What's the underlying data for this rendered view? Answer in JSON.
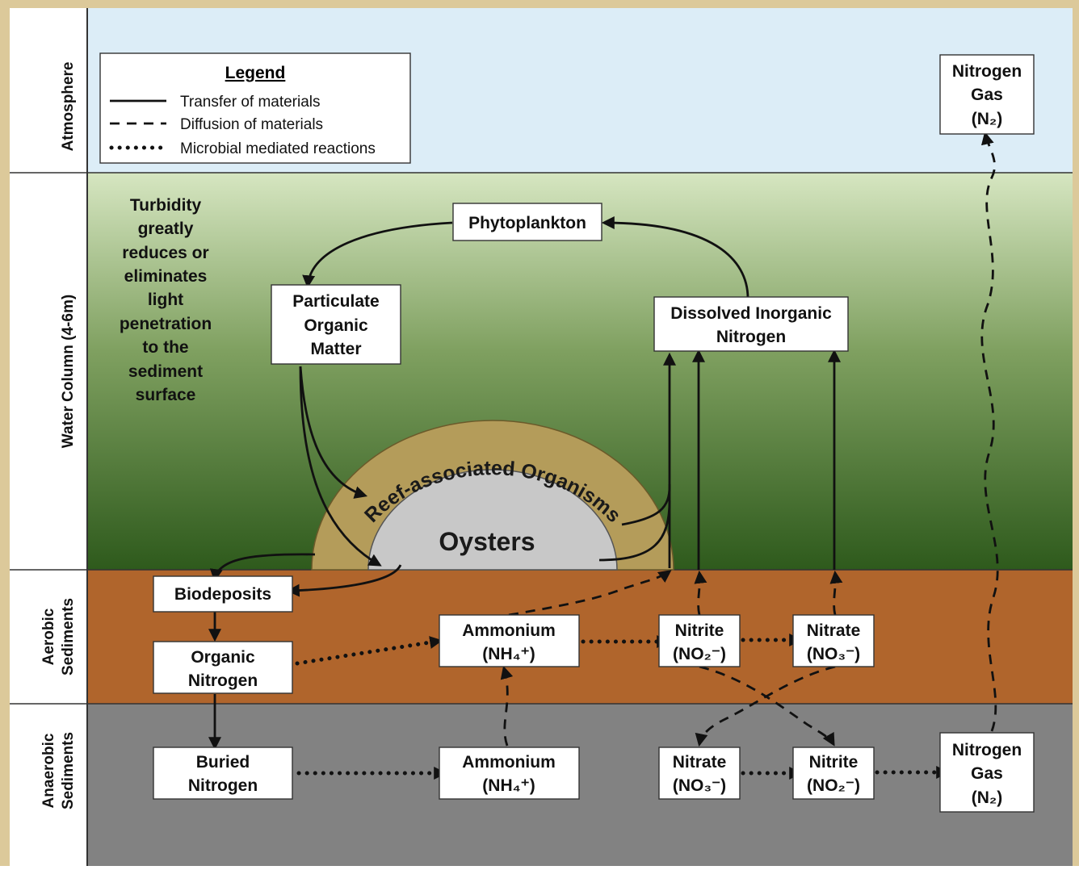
{
  "zones": {
    "atmosphere": "Atmosphere",
    "water_column": "Water Column (4-6m)",
    "aerobic_1": "Aerobic",
    "aerobic_2": "Sediments",
    "anaerobic_1": "Anaerobic",
    "anaerobic_2": "Sediments"
  },
  "legend": {
    "title": "Legend",
    "transfer": "Transfer of materials",
    "diffusion": "Diffusion of materials",
    "microbial": "Microbial mediated reactions"
  },
  "turbidity_note": [
    "Turbidity",
    "greatly",
    "reduces or",
    "eliminates",
    "light",
    "penetration",
    "to the",
    "sediment",
    "surface"
  ],
  "boxes": {
    "phytoplankton": "Phytoplankton",
    "pom": [
      "Particulate",
      "Organic",
      "Matter"
    ],
    "din": [
      "Dissolved Inorganic",
      "Nitrogen"
    ],
    "biodeposits": "Biodeposits",
    "organic_nitrogen": [
      "Organic",
      "Nitrogen"
    ],
    "buried_nitrogen": [
      "Buried",
      "Nitrogen"
    ],
    "ammonium": "Ammonium",
    "nitrite": "Nitrite",
    "nitrate": "Nitrate",
    "nitrogen_gas": [
      "Nitrogen",
      "Gas"
    ]
  },
  "formulas": {
    "nh4": "(NH₄⁺)",
    "no2": "(NO₂⁻)",
    "no3": "(NO₃⁻)",
    "n2": "(N₂)"
  },
  "reef": {
    "ring_label": "Reef-associated Organisms",
    "core_label": "Oysters"
  },
  "colors": {
    "atmosphere": "#dcedf7",
    "water_top": "#d6e6c1",
    "water_bottom": "#2e5a1c",
    "aerobic": "#b0652c",
    "anaerobic": "#828282",
    "frame": "#dcc99a",
    "reef_ring": "#b49c5a",
    "oysters": "#c8c8c8"
  }
}
